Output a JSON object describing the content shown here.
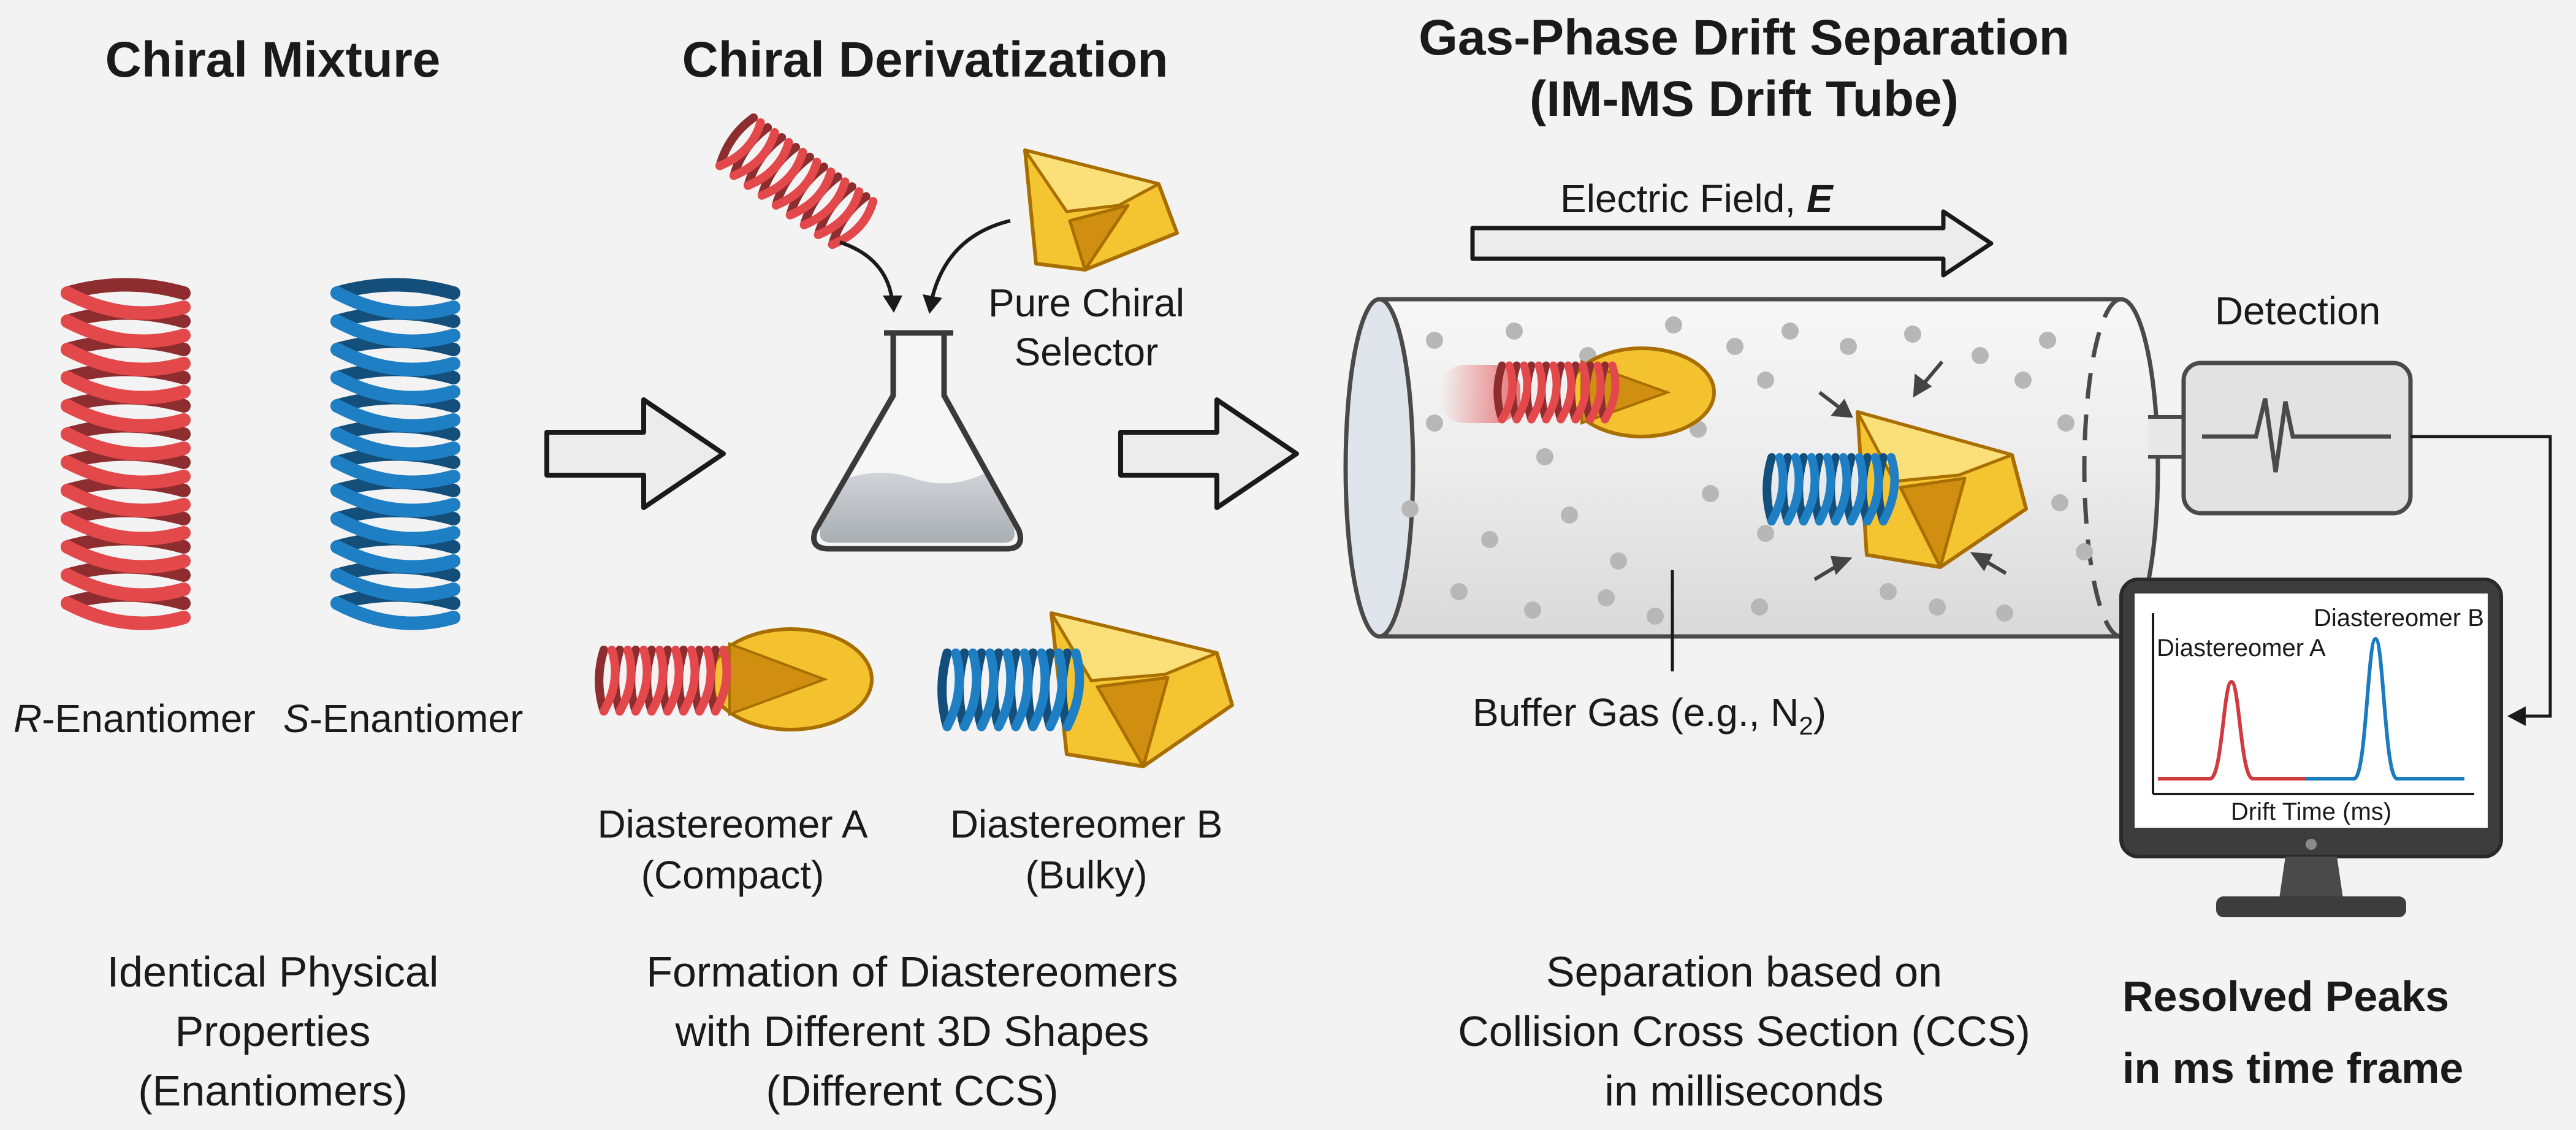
{
  "sections": {
    "mixture": {
      "title": "Chiral Mixture",
      "r_label_prefix": "R",
      "r_label_suffix": "-Enantiomer",
      "s_label_prefix": "S",
      "s_label_suffix": "-Enantiomer",
      "caption_line1": "Identical Physical",
      "caption_line2": "Properties",
      "caption_line3": "(Enantiomers)"
    },
    "derivatization": {
      "title": "Chiral Derivatization",
      "selector_line1": "Pure Chiral",
      "selector_line2": "Selector",
      "dia_a_line1": "Diastereomer A",
      "dia_a_line2": "(Compact)",
      "dia_b_line1": "Diastereomer B",
      "dia_b_line2": "(Bulky)",
      "caption_line1": "Formation of Diastereomers",
      "caption_line2": "with Different 3D Shapes",
      "caption_line3": "(Different CCS)"
    },
    "separation": {
      "title_line1": "Gas-Phase Drift Separation",
      "title_line2": "(IM-MS Drift Tube)",
      "field_label_prefix": "Electric Field, ",
      "field_symbol": "E",
      "buffer_label_prefix": "Buffer Gas (e.g., N",
      "buffer_subscript": "2",
      "buffer_label_suffix": ")",
      "caption_line1": "Separation based on",
      "caption_line2": "Collision Cross Section (CCS)",
      "caption_line3": "in milliseconds"
    },
    "detection": {
      "title": "Detection",
      "monitor_peak_a": "Diastereomer A",
      "monitor_peak_b": "Diastereomer B",
      "monitor_xaxis": "Drift Time (ms)",
      "caption_line1": "Resolved Peaks",
      "caption_line2": "in ms time frame"
    }
  },
  "colors": {
    "r_enantiomer": "#e3484b",
    "s_enantiomer": "#1f7fc4",
    "selector": "#f0c02a",
    "arrow_fill": "#ececec"
  }
}
